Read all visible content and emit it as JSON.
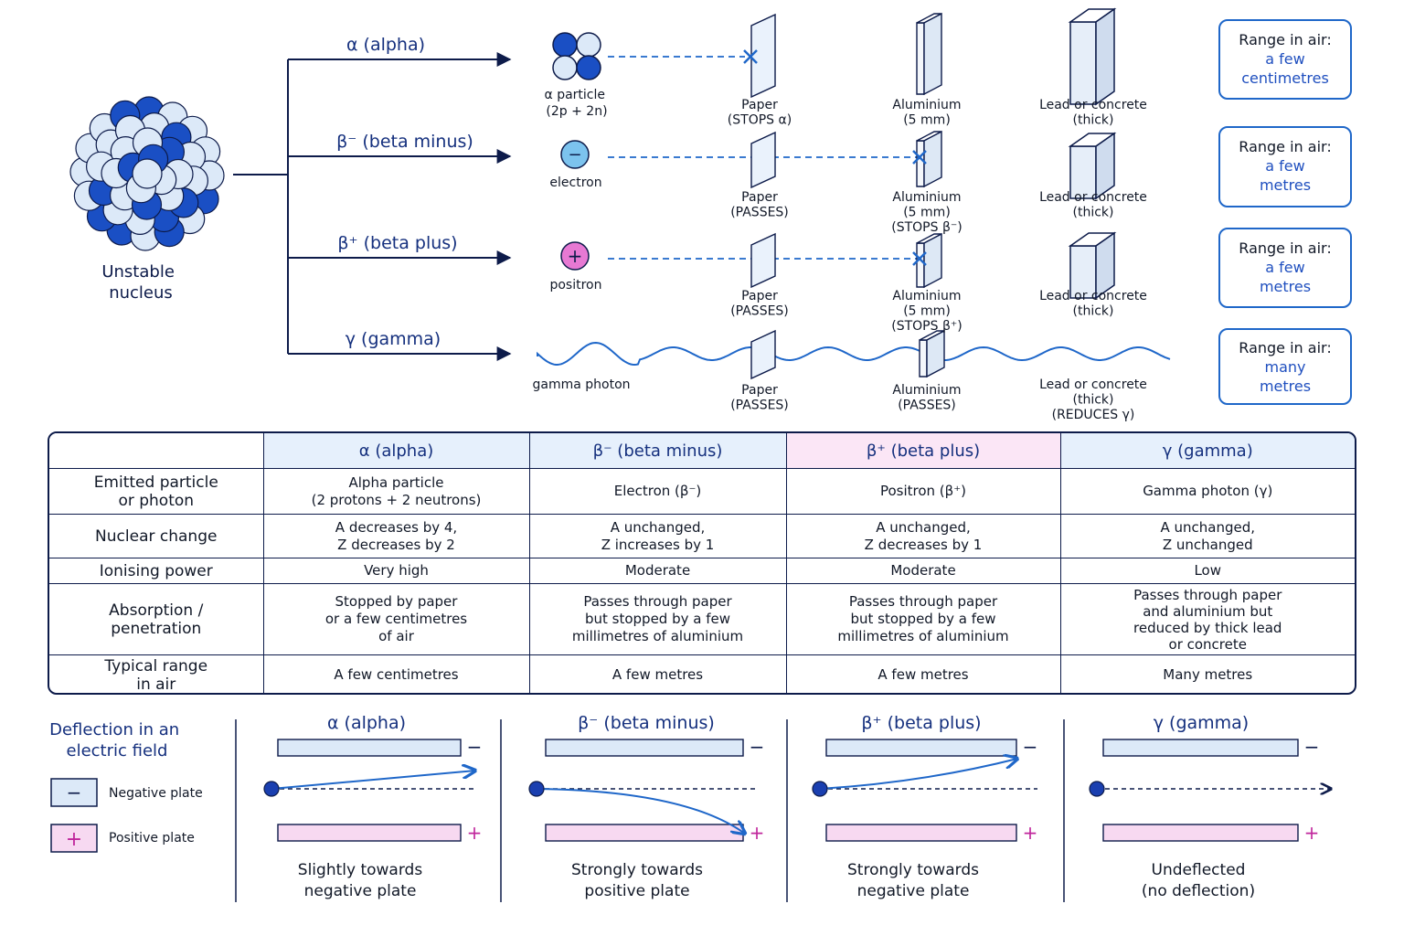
{
  "nucleus": {
    "label": "Unstable\nnucleus"
  },
  "decays": [
    {
      "key": "alpha",
      "label": "α (alpha)",
      "particle": "α particle\n(2p + 2n)",
      "paper": "Paper\n(STOPS α)",
      "aluminium": "Aluminium\n(5 mm)",
      "lead": "Lead or concrete\n(thick)",
      "range_label": "Range in air:",
      "range_value": "a few\ncentimetres"
    },
    {
      "key": "beta_minus",
      "label": "β⁻ (beta minus)",
      "particle": "electron",
      "particle_symbol": "−",
      "paper": "Paper\n(PASSES)",
      "aluminium": "Aluminium\n(5 mm)\n(STOPS β⁻)",
      "lead": "Lead or concrete\n(thick)",
      "range_label": "Range in air:",
      "range_value": "a few\nmetres"
    },
    {
      "key": "beta_plus",
      "label": "β⁺ (beta plus)",
      "particle": "positron",
      "particle_symbol": "+",
      "paper": "Paper\n(PASSES)",
      "aluminium": "Aluminium\n(5 mm)\n(STOPS β⁺)",
      "lead": "Lead or concrete\n(thick)",
      "range_label": "Range in air:",
      "range_value": "a few\nmetres"
    },
    {
      "key": "gamma",
      "label": "γ (gamma)",
      "particle": "gamma photon",
      "paper": "Paper\n(PASSES)",
      "aluminium": "Aluminium\n(PASSES)",
      "lead": "Lead or concrete\n(thick)\n(REDUCES γ)",
      "range_label": "Range in air:",
      "range_value": "many\nmetres"
    }
  ],
  "table": {
    "headers": [
      "α (alpha)",
      "β⁻ (beta minus)",
      "β⁺ (beta plus)",
      "γ (gamma)"
    ],
    "rows": [
      {
        "label": "Emitted particle\nor photon",
        "cells": [
          "Alpha particle\n(2 protons + 2 neutrons)",
          "Electron (β⁻)",
          "Positron (β⁺)",
          "Gamma photon (γ)"
        ]
      },
      {
        "label": "Nuclear change",
        "cells": [
          "A decreases by 4,\nZ decreases by 2",
          "A unchanged,\nZ increases by 1",
          "A unchanged,\nZ decreases by 1",
          "A unchanged,\nZ unchanged"
        ]
      },
      {
        "label": "Ionising power",
        "cells": [
          "Very high",
          "Moderate",
          "Moderate",
          "Low"
        ]
      },
      {
        "label": "Absorption /\npenetration",
        "cells": [
          "Stopped by paper\nor a few centimetres\nof air",
          "Passes through paper\nbut stopped by a few\nmillimetres of aluminium",
          "Passes through paper\nbut stopped by a few\nmillimetres of aluminium",
          "Passes through paper\nand aluminium but\nreduced by thick lead\nor concrete"
        ]
      },
      {
        "label": "Typical range\nin air",
        "cells": [
          "A few centimetres",
          "A few metres",
          "A few metres",
          "Many metres"
        ]
      }
    ]
  },
  "deflection": {
    "title": "Deflection in an\nelectric field",
    "legend": [
      {
        "symbol": "−",
        "label": "Negative plate"
      },
      {
        "symbol": "+",
        "label": "Positive plate"
      }
    ],
    "panels": [
      {
        "label": "α (alpha)",
        "caption": "Slightly towards\nnegative plate"
      },
      {
        "label": "β⁻ (beta minus)",
        "caption": "Strongly towards\npositive plate"
      },
      {
        "label": "β⁺ (beta plus)",
        "caption": "Strongly towards\nnegative plate"
      },
      {
        "label": "γ (gamma)",
        "caption": "Undeflected\n(no deflection)"
      }
    ],
    "plate_neg_symbol": "−",
    "plate_pos_symbol": "+"
  },
  "colors": {
    "blue": "#1f67c9",
    "navy": "#0d1b4a",
    "light_blue": "#dce9f8",
    "pink": "#f7d9f1",
    "magenta": "#c0269c"
  }
}
